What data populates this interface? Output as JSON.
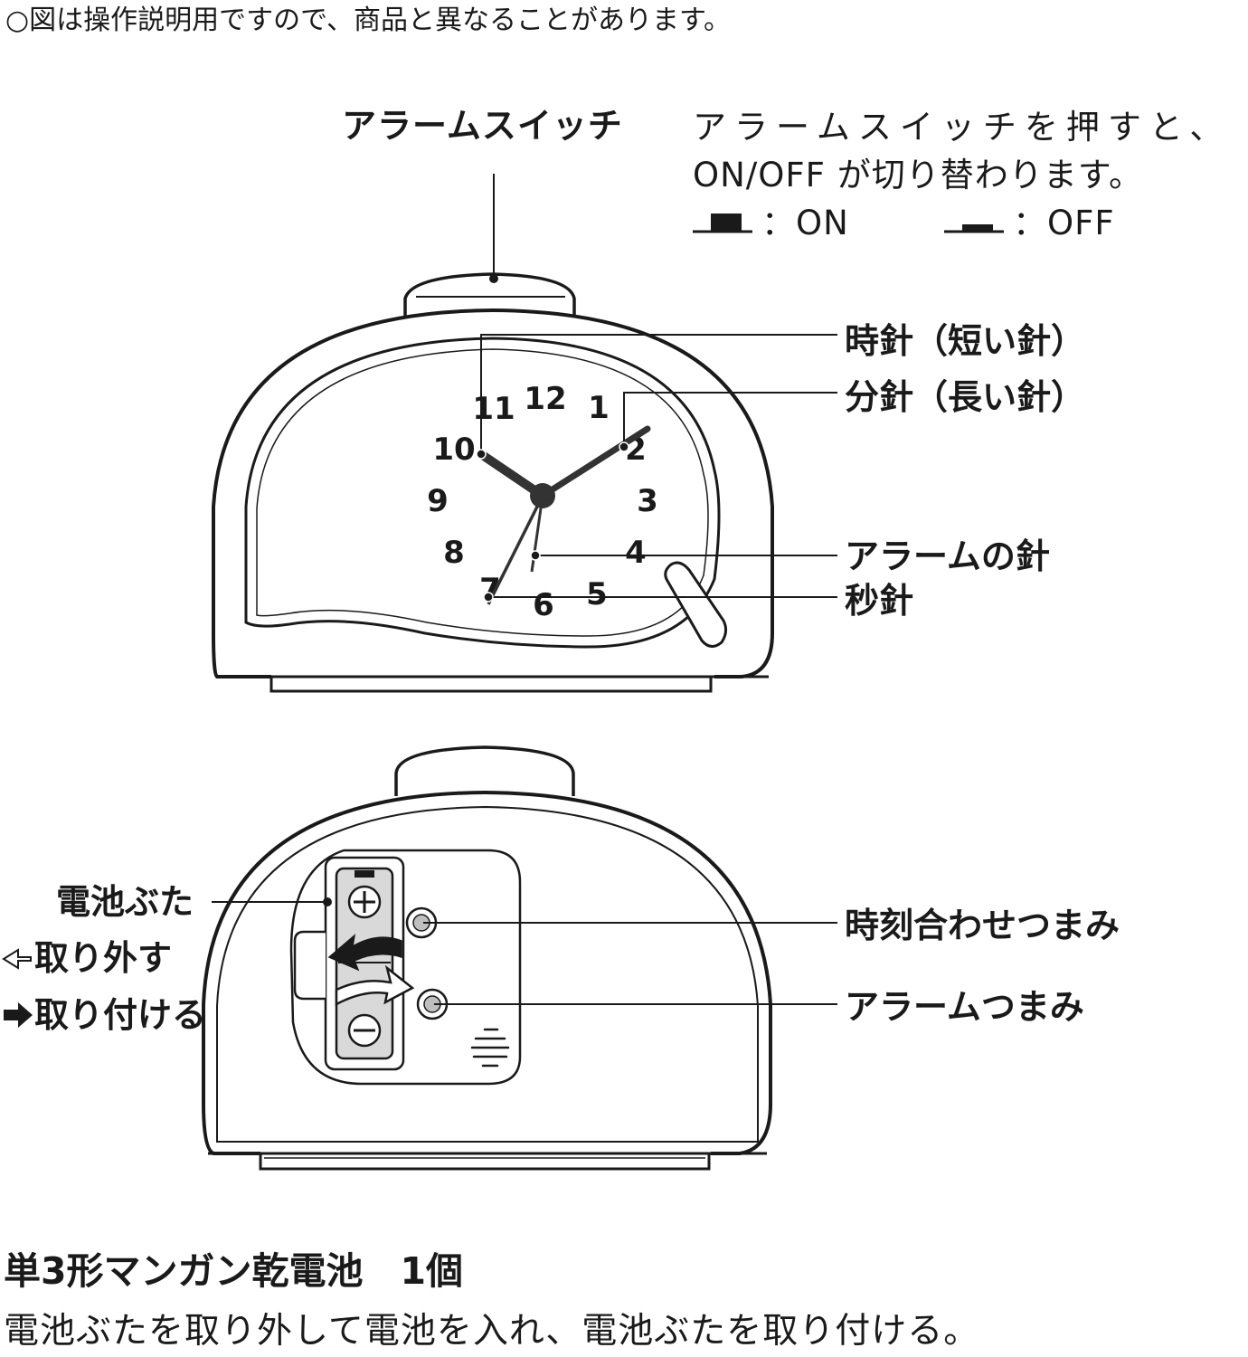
{
  "header": {
    "note": "○図は操作説明用ですので、商品と異なることがあります。"
  },
  "alarm_switch": {
    "label": "アラームスイッチ",
    "desc_line1": "アラームスイッチを押すと、",
    "desc_line2": "ON/OFF が切り替わります。",
    "on_label": "：ON",
    "off_label": "：OFF"
  },
  "front_labels": {
    "hour_hand": "時針（短い針）",
    "minute_hand": "分針（長い針）",
    "alarm_hand": "アラームの針",
    "second_hand": "秒針"
  },
  "dial_numbers": [
    "12",
    "1",
    "2",
    "3",
    "4",
    "5",
    "6",
    "7",
    "8",
    "9",
    "10",
    "11"
  ],
  "back_labels": {
    "battery_cover": "電池ぶた",
    "remove": "取り外す",
    "attach": "取り付ける",
    "time_knob": "時刻合わせつまみ",
    "alarm_knob": "アラームつまみ"
  },
  "footer": {
    "battery_title": "単3形マンガン乾電池　1個",
    "instruction": "電池ぶたを取り外して電池を入れ、電池ぶたを取り付ける。"
  },
  "colors": {
    "line": "#1a1a1a",
    "hands": "#333333",
    "battery": "#d9d9d9"
  }
}
